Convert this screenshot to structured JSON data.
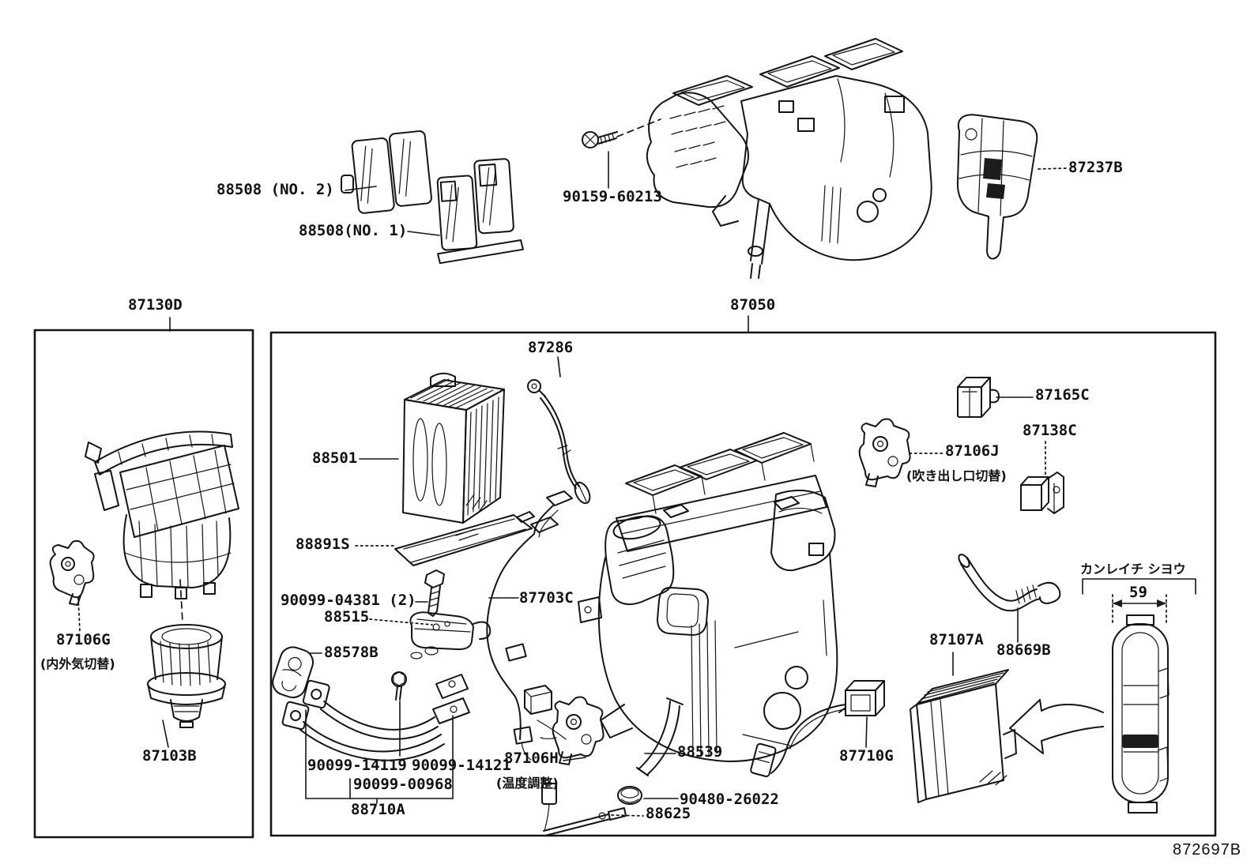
{
  "colors": {
    "ink": "#141414",
    "background": "#ffffff"
  },
  "labels": {
    "filter_no2": "88508 (NO. 2)",
    "filter_no1": "88508(NO. 1)",
    "screw_90159": "90159-60213",
    "insulator_87237b": "87237B",
    "box_blower": "87130D",
    "box_main": "87050",
    "thermistor_87286": "87286",
    "evaporator_88501": "88501",
    "frame_88891s": "88891S",
    "screw_90099_04381": "90099-04381 (2)",
    "valve_88515": "88515",
    "gasket_88578b": "88578B",
    "harness_87703c": "87703C",
    "tube_90099_14119": "90099-14119",
    "tube_90099_14121": "90099-14121",
    "tube_90099_00968": "90099-00968",
    "tube_88710a": "88710A",
    "servo_temp": "87106H",
    "servo_temp_note": "(温度調整)",
    "hose_88539": "88539",
    "grommet_90480": "90480-26022",
    "pipe_88625": "88625",
    "amplifier_87710g": "87710G",
    "heater_core_87107a": "87107A",
    "heater_hose_88669b": "88669B",
    "resistor_87165c": "87165C",
    "clamp_87138c": "87138C",
    "servo_mode": "87106J",
    "servo_mode_note": "(吹き出し口切替)",
    "cold_area_note": "カンレイチ シヨウ",
    "dim_59": "59",
    "servo_intake": "87106G",
    "servo_intake_note": "(内外気切替)",
    "blower_motor_87103b": "87103B",
    "footer_code": "872697B"
  }
}
